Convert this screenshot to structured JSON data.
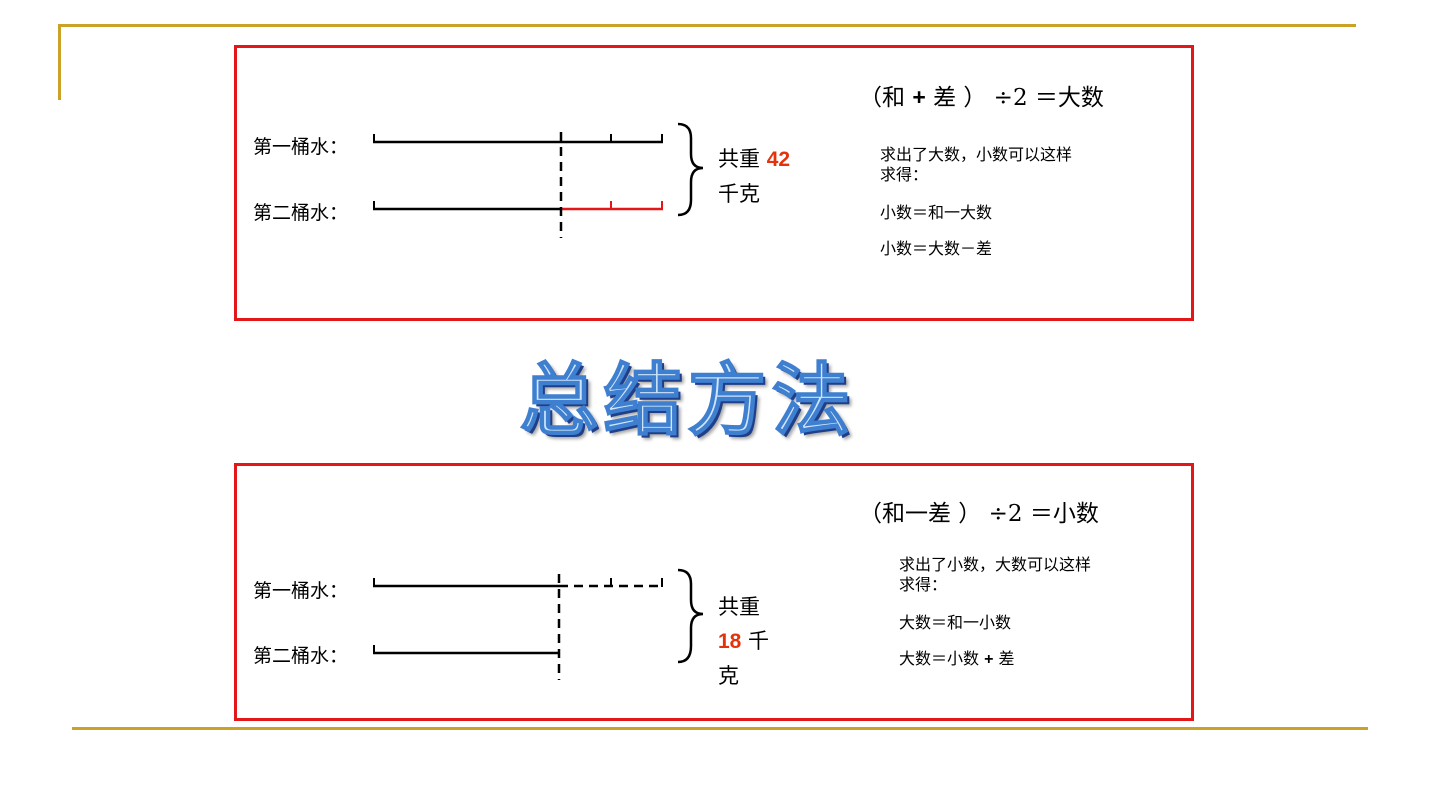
{
  "panel1": {
    "row1_label": "第一桶水：",
    "row2_label": "第二桶水：",
    "total_prefix": "共重",
    "total_value": "42",
    "total_suffix": "千克",
    "formula_open": "（和",
    "formula_op": "+",
    "formula_rest": "差 ） ÷2 ＝大数",
    "note_line1": "求出了大数，小数可以这样",
    "note_line2": "求得：",
    "note_line3": "小数＝和一大数",
    "note_line4": "小数＝大数－差"
  },
  "title": "总结方法",
  "panel2": {
    "row1_label": "第一桶水：",
    "row2_label": "第二桶水：",
    "total_prefix": "共重",
    "total_value": "18",
    "total_suffix1": "千",
    "total_suffix2": "克",
    "formula": "（和一差 ） ÷2 ＝小数",
    "note_line1": "求出了小数，大数可以这样",
    "note_line2": "求得：",
    "note_line3": "大数＝和一小数",
    "note_line4_a": "大数＝小数",
    "note_line4_op": "+",
    "note_line4_b": "差"
  },
  "colors": {
    "frame_red": "#e3171a",
    "deco_gold": "#c9a227",
    "number_orange": "#e3320c",
    "diff_segment_red": "#e3171a",
    "title_fill": "#cfe6fb",
    "title_outline": "#3f7fd0"
  }
}
